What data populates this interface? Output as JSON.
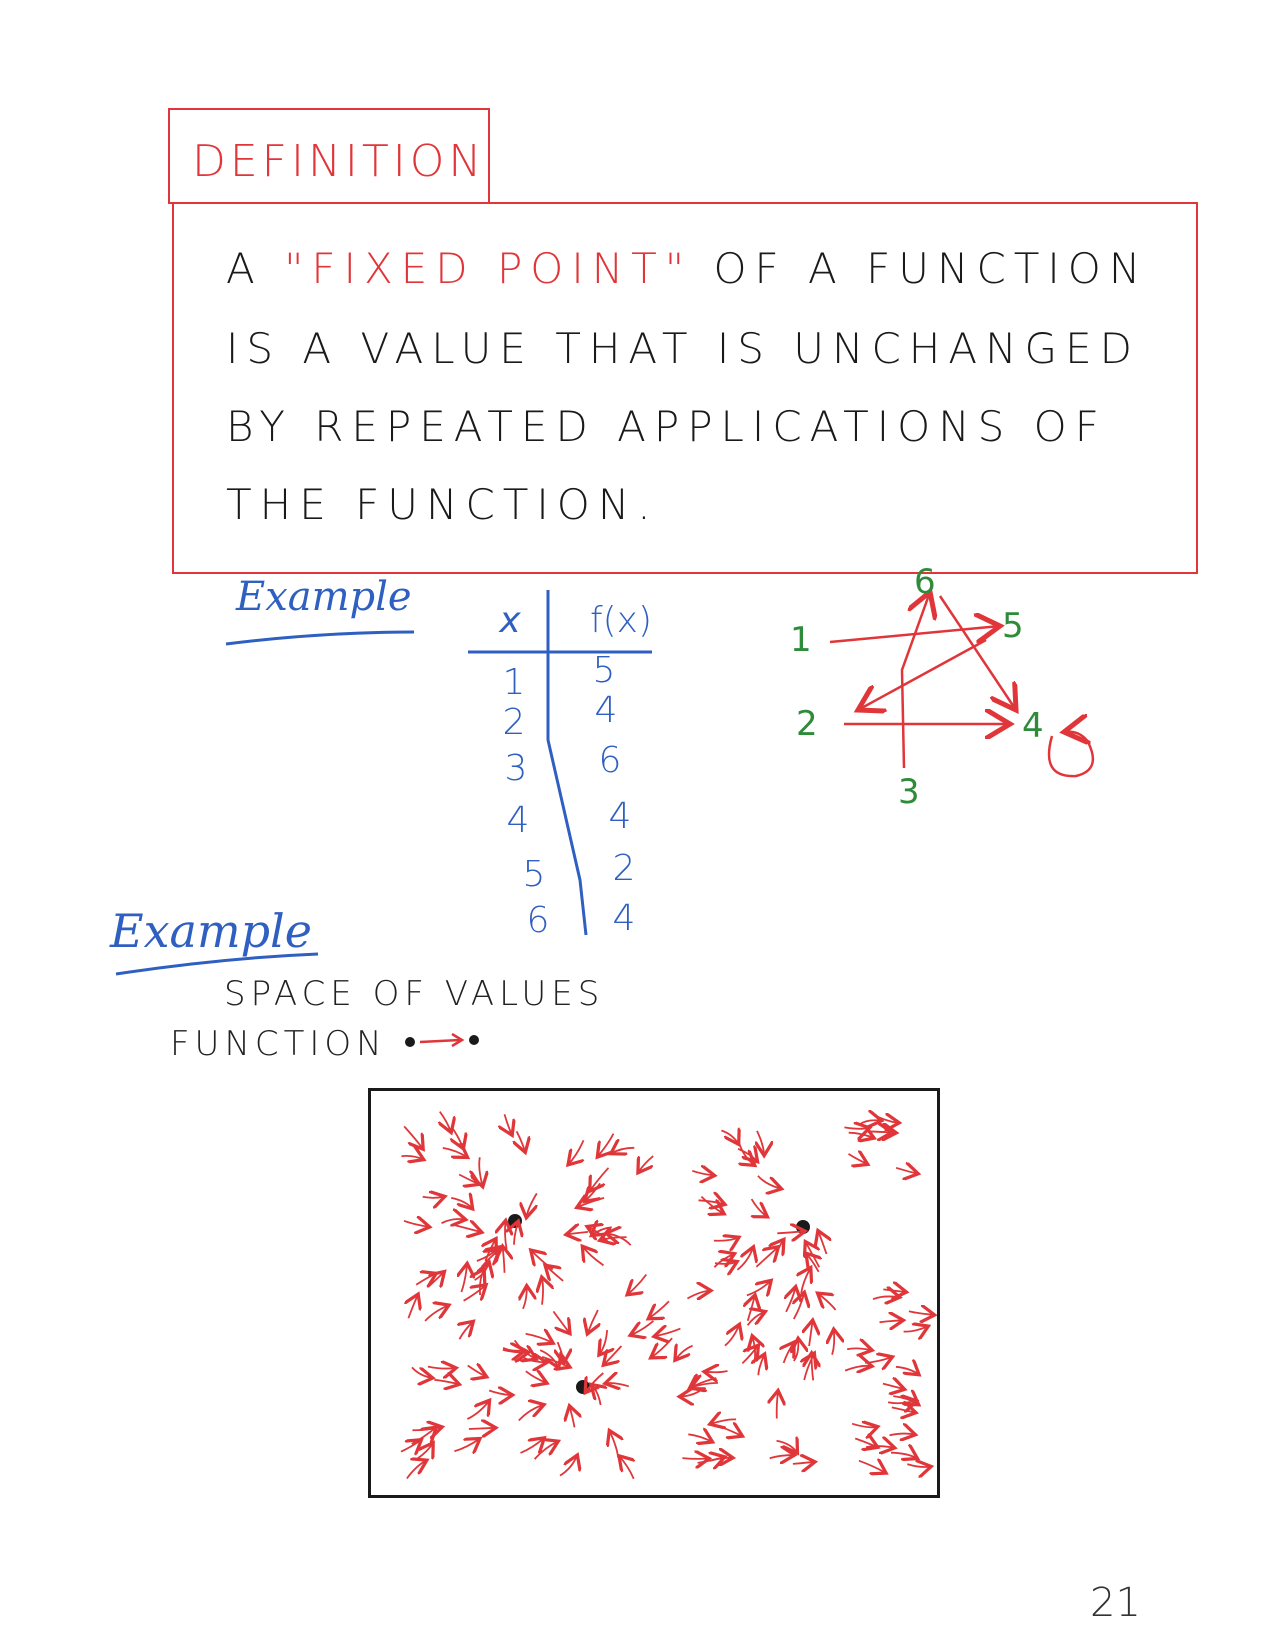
{
  "definition": {
    "tag": "DEFINITION",
    "line1_pre": "A ",
    "line1_term": "\"FIXED POINT\"",
    "line1_post": " OF A FUNCTION",
    "line2": "IS A VALUE THAT IS UNCHANGED",
    "line3": "BY REPEATED APPLICATIONS OF",
    "line4": "THE FUNCTION."
  },
  "example1": {
    "label": "Example",
    "table": {
      "headers": [
        "x",
        "f(x)"
      ],
      "rows": [
        [
          "1",
          "5"
        ],
        [
          "2",
          "4"
        ],
        [
          "3",
          "6"
        ],
        [
          "4",
          "4"
        ],
        [
          "5",
          "2"
        ],
        [
          "6",
          "4"
        ]
      ]
    },
    "graph_nodes": [
      "1",
      "2",
      "3",
      "4",
      "5",
      "6"
    ]
  },
  "example2": {
    "label": "Example",
    "line1": "SPACE OF VALUES",
    "line2": "FUNCTION"
  },
  "page_number": "21",
  "colors": {
    "red": "#e0363a",
    "blue": "#2f5fc0",
    "green": "#2e8b3a",
    "ink": "#1a1a1a"
  }
}
